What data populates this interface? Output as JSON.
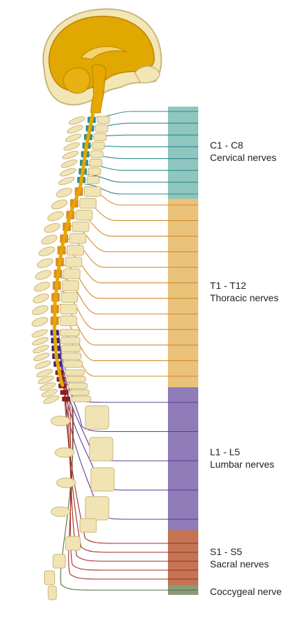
{
  "groups": {
    "cervical": {
      "range": "C1 - C8",
      "name": "Cervical nerves",
      "band_color": "#8fc6c0",
      "line_color": "#2f8a87",
      "vertebra_color": "#2e8f86",
      "nerve_count": 8
    },
    "thoracic": {
      "range": "T1 - T12",
      "name": "Thoracic nerves",
      "band_color": "#eac27a",
      "line_color": "#d08a2a",
      "vertebra_color": "#d98c2a",
      "nerve_count": 12
    },
    "lumbar": {
      "range": "L1 - L5",
      "name": "Lumbar nerves",
      "band_color": "#907cb8",
      "line_color": "#5b3b95",
      "vertebra_color": "#3e237f",
      "nerve_count": 5
    },
    "sacral": {
      "range": "S1 - S5",
      "name": "Sacral nerves",
      "band_color": "#c47453",
      "line_color": "#9e2a1f",
      "vertebra_color": "#8e1f1a",
      "nerve_count": 5
    },
    "coccygeal": {
      "name": "Coccygeal nerve",
      "band_color": "#8a9a7a",
      "line_color": "#4f6a3a",
      "nerve_count": 1
    }
  },
  "colors": {
    "brain": "#e0a800",
    "brain_dark": "#c98f00",
    "skull": "#f3e6b5",
    "bone": "#f1e4b4",
    "bone_outline": "#c9b57a",
    "spinal_cord": "#e6a700"
  }
}
